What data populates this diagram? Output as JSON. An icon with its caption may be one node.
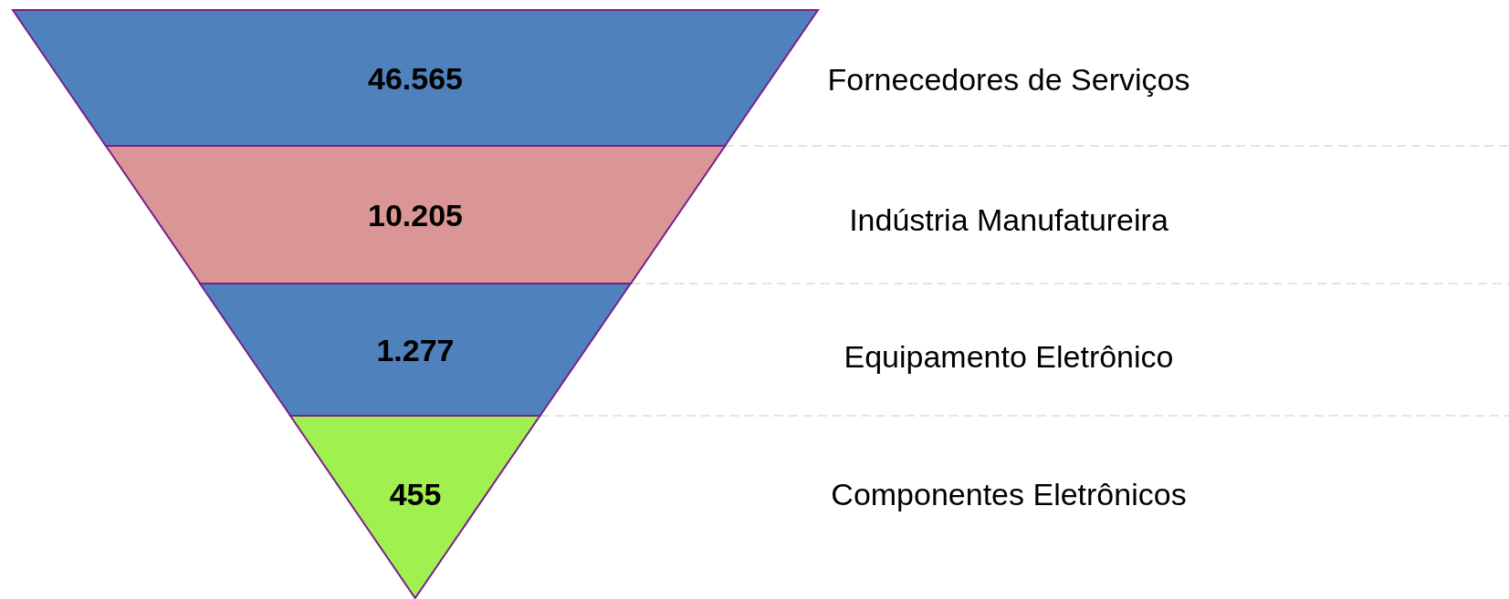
{
  "diagram": {
    "nodes": [
      {
        "text": [
          "46.565"
        ]
      },
      {
        "text": [
          "10.205"
        ]
      },
      {
        "text": [
          "1.277"
        ]
      },
      {
        "text": [
          "455"
        ]
      }
    ],
    "labels": [
      "Fornecedores de Serviços",
      "Indústria Manufatureira",
      "Equipamento Eletrônico",
      "Componentes Eletrônicos"
    ]
  }
}
